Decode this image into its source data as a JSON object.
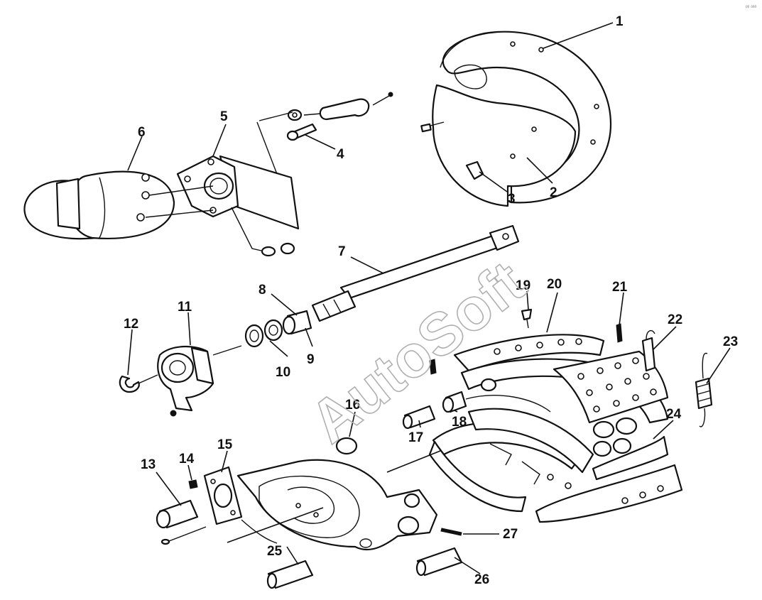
{
  "watermark": "AutoSoft",
  "corner_mark": "ᵖᵖ ᵃᵃᵃ",
  "callouts": [
    {
      "id": "1",
      "label": "1"
    },
    {
      "id": "2",
      "label": "2"
    },
    {
      "id": "3",
      "label": "3"
    },
    {
      "id": "4",
      "label": "4"
    },
    {
      "id": "5",
      "label": "5"
    },
    {
      "id": "6",
      "label": "6"
    },
    {
      "id": "7",
      "label": "7"
    },
    {
      "id": "8",
      "label": "8"
    },
    {
      "id": "9",
      "label": "9"
    },
    {
      "id": "10",
      "label": "10"
    },
    {
      "id": "11",
      "label": "11"
    },
    {
      "id": "12",
      "label": "12"
    },
    {
      "id": "13",
      "label": "13"
    },
    {
      "id": "14",
      "label": "14"
    },
    {
      "id": "15",
      "label": "15"
    },
    {
      "id": "16",
      "label": "16"
    },
    {
      "id": "17",
      "label": "17"
    },
    {
      "id": "18",
      "label": "18"
    },
    {
      "id": "19",
      "label": "19"
    },
    {
      "id": "20",
      "label": "20"
    },
    {
      "id": "21",
      "label": "21"
    },
    {
      "id": "22",
      "label": "22"
    },
    {
      "id": "23",
      "label": "23"
    },
    {
      "id": "24",
      "label": "24"
    },
    {
      "id": "25",
      "label": "25"
    },
    {
      "id": "26",
      "label": "26"
    },
    {
      "id": "27",
      "label": "27"
    }
  ]
}
